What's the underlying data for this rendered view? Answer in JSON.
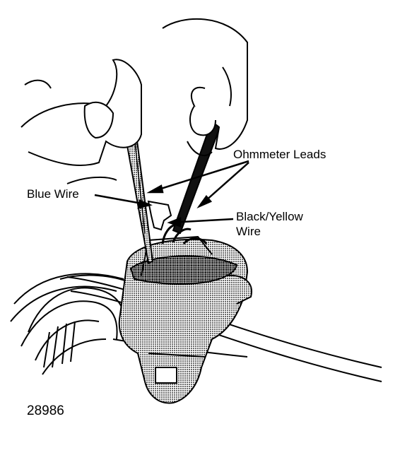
{
  "labels": {
    "ohmmeter_leads": "Ohmmeter Leads",
    "blue_wire": "Blue Wire",
    "black_yellow_line1": "Black/Yellow",
    "black_yellow_line2": "Wire"
  },
  "figure_number": "28986",
  "colors": {
    "ink": "#000000",
    "paper": "#ffffff",
    "shade": "#8a8a8a",
    "shade_dark": "#4a4a4a"
  }
}
